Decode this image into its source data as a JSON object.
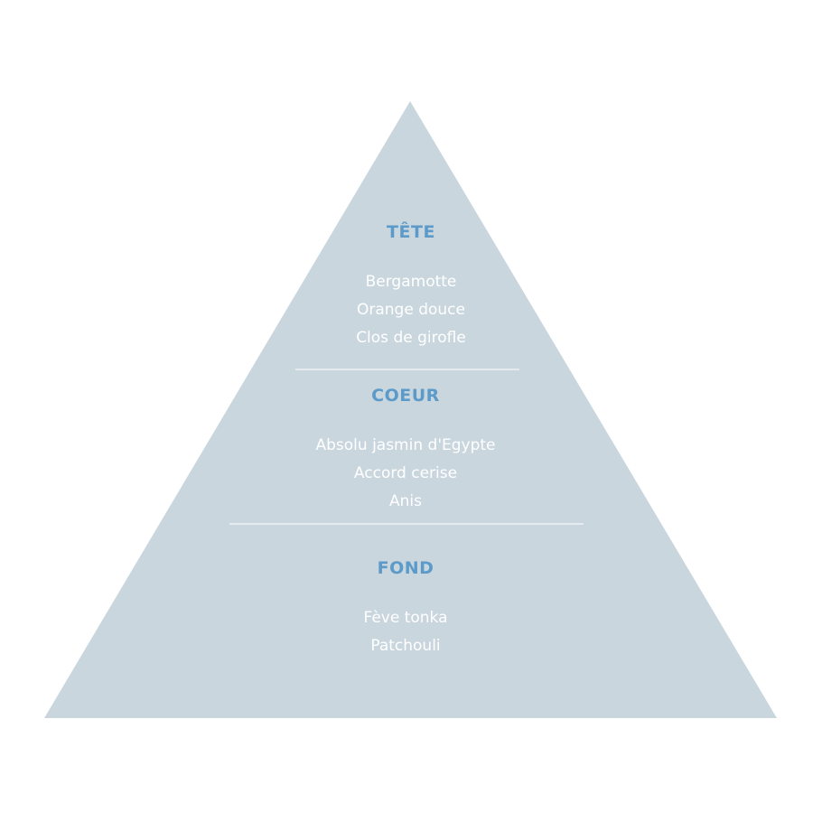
{
  "colors": {
    "pyramid_fill": "#c9d6de",
    "title_color": "#5b9ac9",
    "note_color": "#ffffff",
    "divider_color": "#ffffff",
    "background": "#ffffff"
  },
  "tiers": {
    "top": {
      "title": "TÊTE",
      "notes": [
        "Bergamotte",
        "Orange douce",
        "Clos de girofle"
      ]
    },
    "heart": {
      "title": "COEUR",
      "notes": [
        "Absolu jasmin d'Egypte",
        "Accord cerise",
        "Anis"
      ]
    },
    "base": {
      "title": "FOND",
      "notes": [
        "Fève tonka",
        "Patchouli"
      ]
    }
  }
}
